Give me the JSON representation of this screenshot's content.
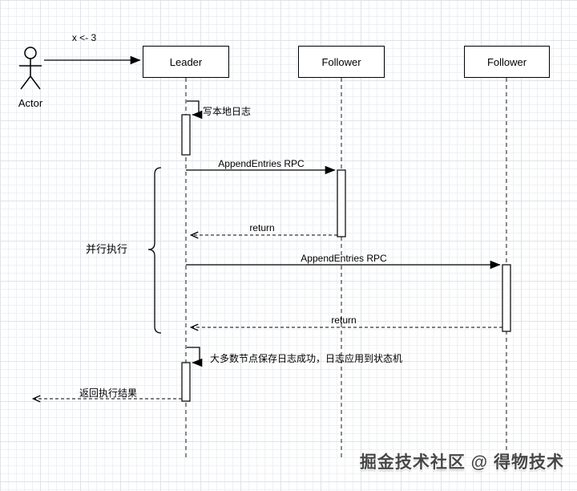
{
  "diagram": {
    "actor": {
      "label": "Actor"
    },
    "participants": [
      {
        "label": "Leader"
      },
      {
        "label": "Follower"
      },
      {
        "label": "Follower"
      }
    ],
    "messages": {
      "set_x": "x <- 3",
      "write_local_log": "写本地日志",
      "append_entries_1": "AppendEntries RPC",
      "return_1": "return",
      "append_entries_2": "AppendEntries RPC",
      "return_2": "return",
      "majority_commit": "大多数节点保存日志成功，日志应用到状态机",
      "return_result": "返回执行结果"
    },
    "annotations": {
      "parallel": "并行执行"
    },
    "watermark": "掘金技术社区 @ 得物技术"
  }
}
